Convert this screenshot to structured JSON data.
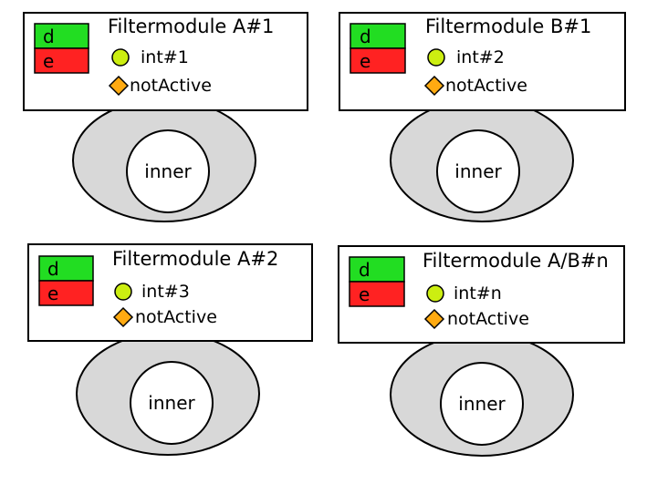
{
  "colors": {
    "d_fill": "#22dd22",
    "e_fill": "#ff2222",
    "circle_fill": "#ccee11",
    "diamond_fill": "#ffaa11",
    "body_fill": "#d8d8d8",
    "inner_fill": "#ffffff",
    "stroke": "#000000"
  },
  "modules": [
    {
      "title": "Filtermodule A#1",
      "d_label": "d",
      "e_label": "e",
      "circle_icon": "circle-icon",
      "int_label": "int#1",
      "diamond_icon": "diamond-icon",
      "status": "notActive",
      "inner_label": "inner"
    },
    {
      "title": "Filtermodule B#1",
      "d_label": "d",
      "e_label": "e",
      "circle_icon": "circle-icon",
      "int_label": "int#2",
      "diamond_icon": "diamond-icon",
      "status": "notActive",
      "inner_label": "inner"
    },
    {
      "title": "Filtermodule A#2",
      "d_label": "d",
      "e_label": "e",
      "circle_icon": "circle-icon",
      "int_label": "int#3",
      "diamond_icon": "diamond-icon",
      "status": "notActive",
      "inner_label": "inner"
    },
    {
      "title": "Filtermodule A/B#n",
      "d_label": "d",
      "e_label": "e",
      "circle_icon": "circle-icon",
      "int_label": "int#n",
      "diamond_icon": "diamond-icon",
      "status": "notActive",
      "inner_label": "inner"
    }
  ]
}
